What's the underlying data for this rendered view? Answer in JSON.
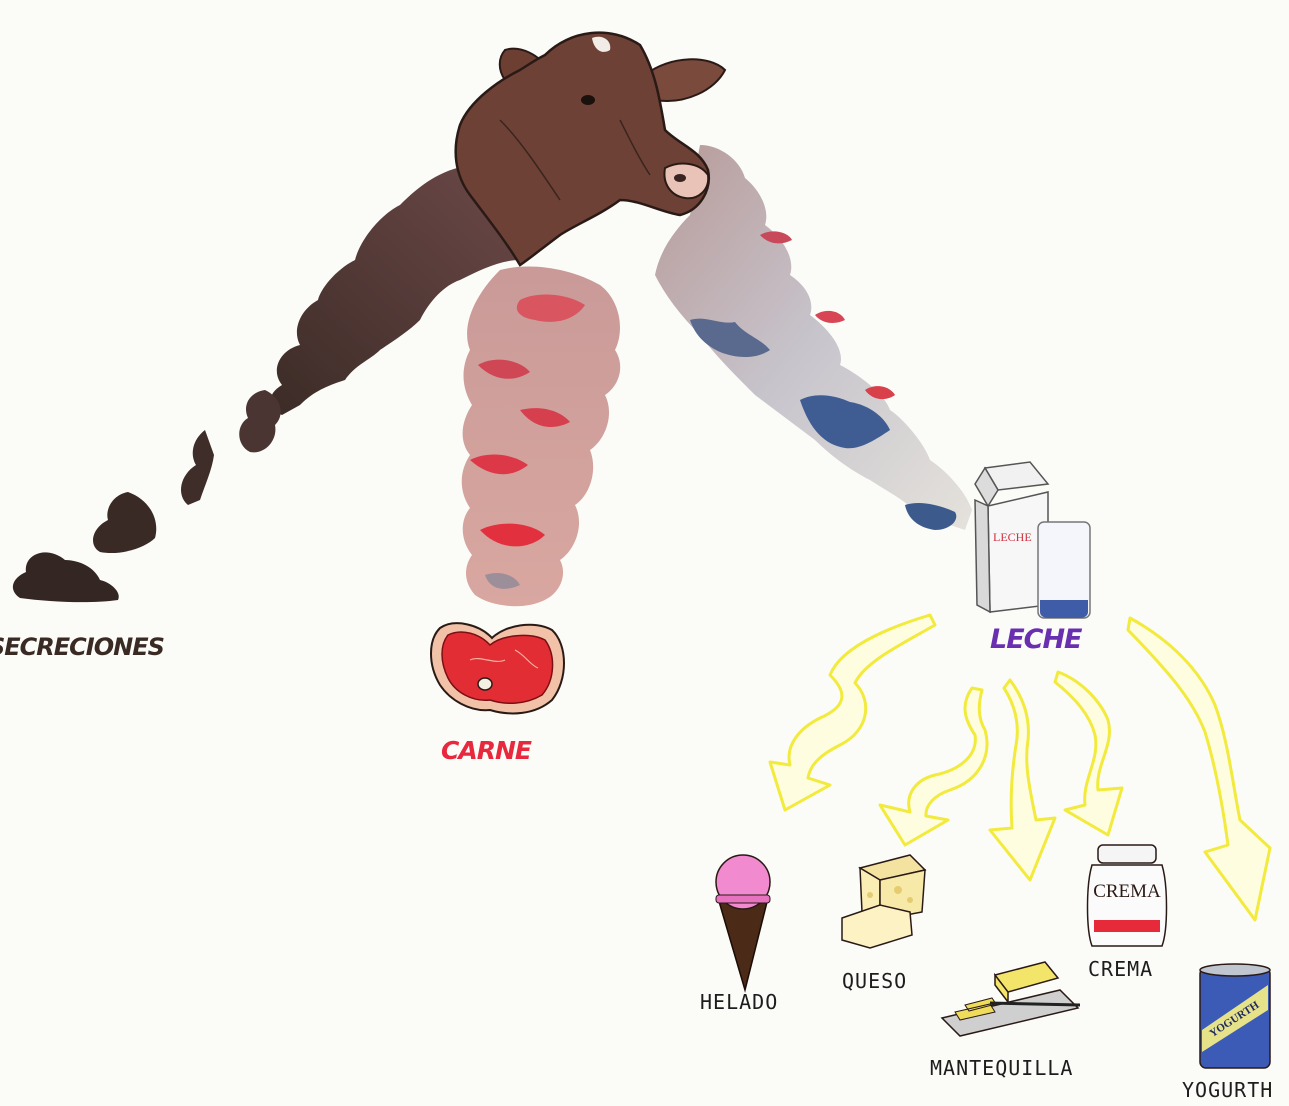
{
  "labels": {
    "secreciones": "SECRECIONES",
    "carne": "CARNE",
    "leche": "LECHE",
    "helado": "HELADO",
    "queso": "QUESO",
    "mantequilla": "MANTEQUILLA",
    "crema": "CREMA",
    "yogurth": "YOGURTH"
  },
  "packaging": {
    "milk_carton": "LECHE",
    "cream_jar": "CREMA",
    "yogurt_can": "YOGURTH"
  },
  "colors": {
    "secreciones": "#3a2a24",
    "carne": "#e8283c",
    "leche": "#6a2fb0",
    "arrows": "#f2ea3c",
    "cow": "#6e4136"
  }
}
